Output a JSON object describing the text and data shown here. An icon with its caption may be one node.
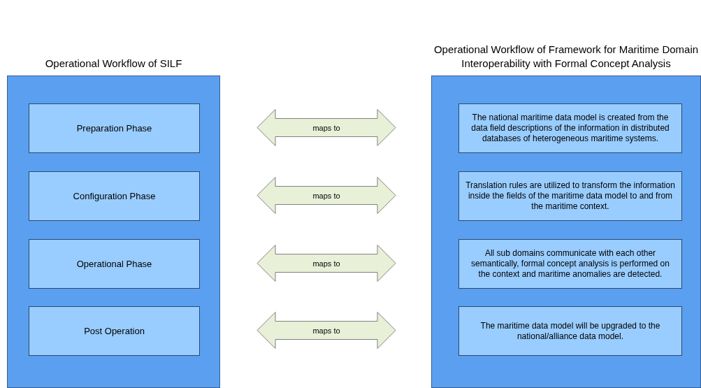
{
  "diagram": {
    "nodes": [
      {
        "text": [
          "Operational Workflow of SILF"
        ]
      },
      {
        "text": [
          "Preparation Phase"
        ],
        "in": 0
      },
      {
        "text": [
          "Configuration Phase"
        ],
        "in": 0
      },
      {
        "text": [
          "Operational Phase"
        ],
        "in": 0
      },
      {
        "text": [
          "Post Operation"
        ],
        "in": 0
      },
      {
        "text": [
          "Operational Workflow of Framework for Maritime Domain Interoperability with Formal Concept Analysis"
        ]
      },
      {
        "text": [
          "The national maritime data model is created from the data field descriptions of the information in distributed databases of heterogeneous maritime systems."
        ],
        "in": 5
      },
      {
        "text": [
          "Translation rules are utilized to transform the information inside the fields of the maritime data model to and from the maritime context."
        ],
        "in": 5
      },
      {
        "text": [
          "All sub domains communicate with each other semantically, formal concept analysis is performed on the context and maritime anomalies are detected."
        ],
        "in": 5
      },
      {
        "text": [
          "The maritime data model will be upgraded to the national/alliance data model."
        ],
        "in": 5
      }
    ],
    "edges": [
      {
        "from": 1,
        "to": 6,
        "arrow": "both",
        "label": "maps to"
      },
      {
        "from": 2,
        "to": 7,
        "arrow": "both",
        "label": "maps to"
      },
      {
        "from": 3,
        "to": 8,
        "arrow": "both",
        "label": "maps to"
      },
      {
        "from": 4,
        "to": 9,
        "arrow": "both",
        "label": "maps to"
      }
    ]
  }
}
